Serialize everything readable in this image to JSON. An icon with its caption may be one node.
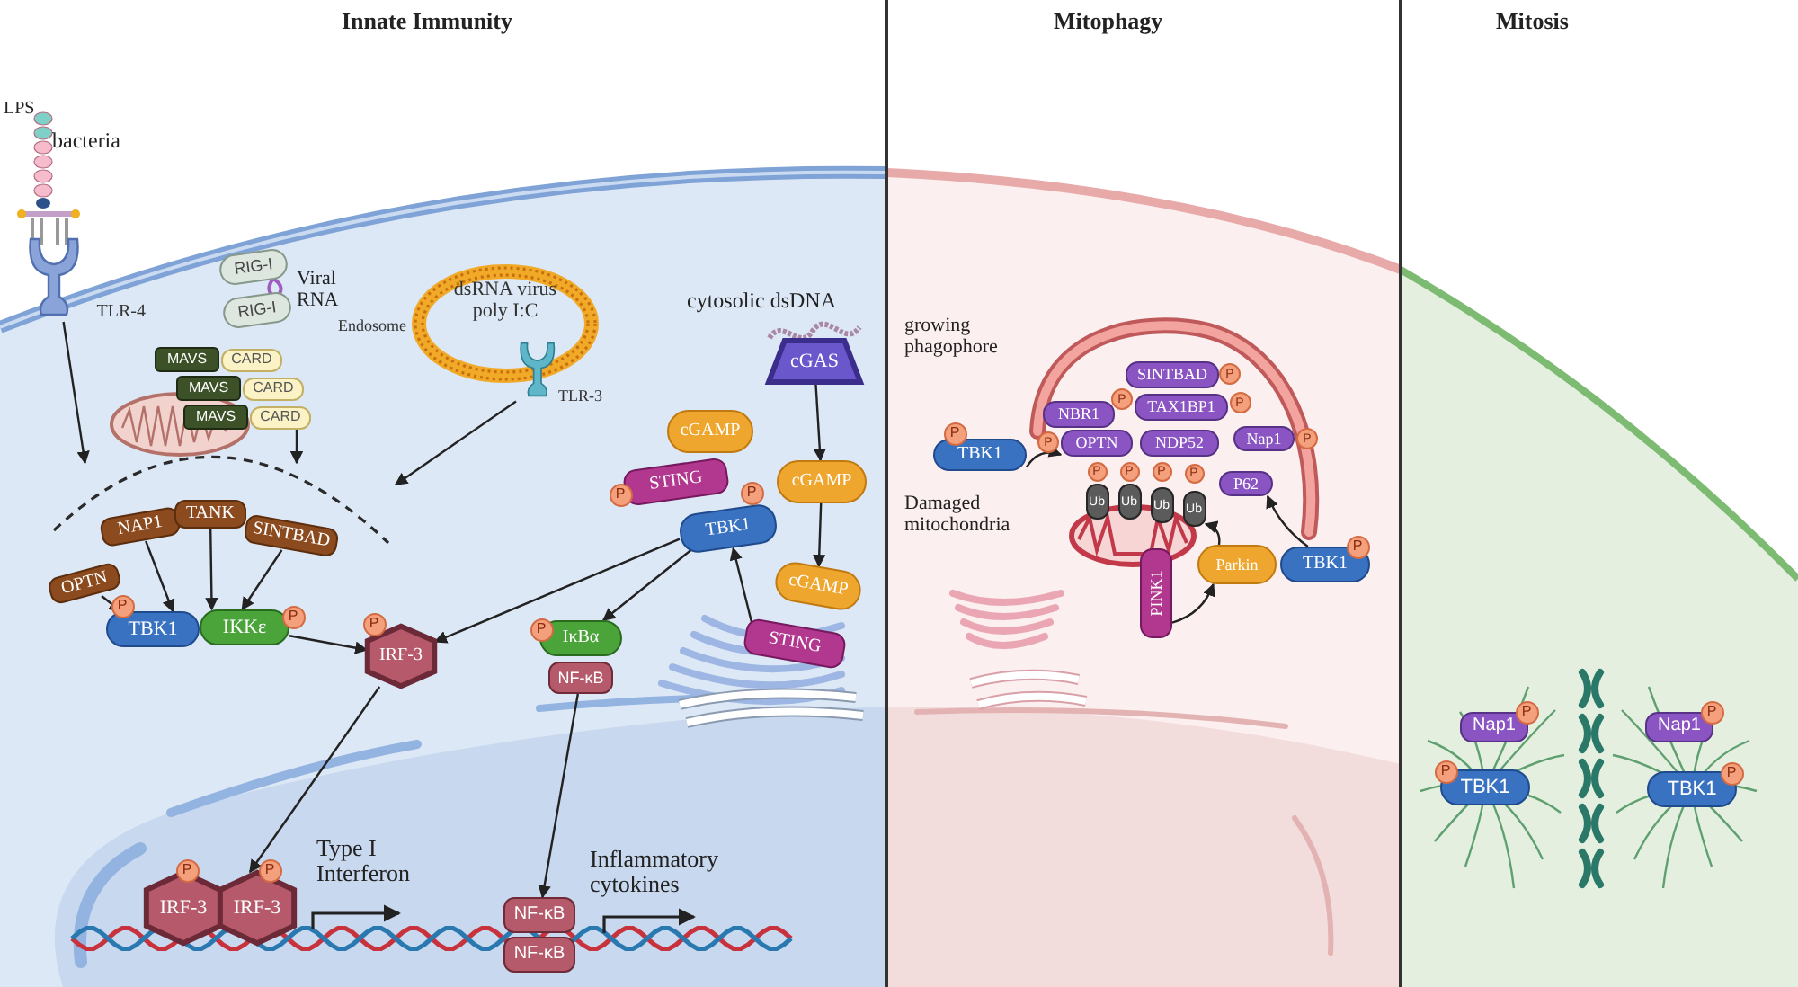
{
  "diagram": {
    "nodes": [
      {
        "text": [
          "TLR-4"
        ]
      },
      {
        "text": [
          "RIG-I"
        ]
      },
      {
        "text": [
          "RIG-I"
        ]
      },
      {
        "text": [
          "MAVS"
        ]
      },
      {
        "text": [
          "CARD"
        ]
      },
      {
        "text": [
          "MAVS"
        ]
      },
      {
        "text": [
          "CARD"
        ]
      },
      {
        "text": [
          "MAVS"
        ]
      },
      {
        "text": [
          "CARD"
        ]
      },
      {
        "text": [
          "dsRNA virus poly I:C"
        ],
        "beside": [
          "Endosome"
        ]
      },
      {
        "text": [
          "TLR-3"
        ]
      },
      {
        "text": [],
        "shape": "arc"
      },
      {
        "text": [
          "NAP1"
        ],
        "in": 11
      },
      {
        "text": [
          "TANK"
        ],
        "in": 11
      },
      {
        "text": [
          "SINTBAD"
        ],
        "in": 11
      },
      {
        "text": [
          "OPTN"
        ]
      },
      {
        "text": [
          "TBK1"
        ]
      },
      {
        "text": [
          "IKKε"
        ]
      },
      {
        "text": [
          "P"
        ]
      },
      {
        "text": [
          "P"
        ]
      },
      {
        "text": [
          "IRF-3"
        ]
      },
      {
        "text": [
          "P"
        ]
      },
      {
        "text": [
          "cGAS"
        ]
      },
      {
        "text": [
          "cGAMP"
        ]
      },
      {
        "text": [
          "cGAMP"
        ]
      },
      {
        "text": [
          "STING"
        ]
      },
      {
        "text": [
          "TBK1"
        ]
      },
      {
        "text": [
          "P"
        ]
      },
      {
        "text": [
          "P"
        ]
      },
      {
        "text": [
          "cGAMP"
        ]
      },
      {
        "text": [
          "STING"
        ]
      },
      {
        "text": [
          "IκBα"
        ]
      },
      {
        "text": [
          "P"
        ]
      },
      {
        "text": [
          "NF-κB"
        ]
      },
      {
        "text": [
          "IRF-3"
        ]
      },
      {
        "text": [
          "IRF-3"
        ]
      },
      {
        "text": [
          "P"
        ]
      },
      {
        "text": [
          "P"
        ]
      },
      {
        "text": [
          "NF-κB"
        ]
      },
      {
        "text": [
          "NF-κB"
        ]
      },
      {
        "text": [
          "TBK1"
        ]
      },
      {
        "text": [
          "P"
        ]
      },
      {
        "text": [
          "NBR1"
        ]
      },
      {
        "text": [
          "P"
        ]
      },
      {
        "text": [
          "SINTBAD"
        ]
      },
      {
        "text": [
          "P"
        ]
      },
      {
        "text": [
          "TAX1BP1"
        ]
      },
      {
        "text": [
          "P"
        ]
      },
      {
        "text": [
          "Nap1"
        ]
      },
      {
        "text": [
          "P"
        ]
      },
      {
        "text": [
          "OPTN"
        ]
      },
      {
        "text": [
          "P"
        ]
      },
      {
        "text": [
          "NDP52"
        ]
      },
      {
        "text": [
          "P62"
        ]
      },
      {
        "text": [
          "Ub"
        ]
      },
      {
        "text": [
          "Ub"
        ]
      },
      {
        "text": [
          "Ub"
        ]
      },
      {
        "text": [
          "Ub"
        ]
      },
      {
        "text": [
          "P"
        ]
      },
      {
        "text": [
          "P"
        ]
      },
      {
        "text": [
          "P"
        ]
      },
      {
        "text": [
          "P"
        ]
      },
      {
        "text": [
          "PINK1"
        ]
      },
      {
        "text": [
          "Parkin"
        ]
      },
      {
        "text": [
          "TBK1"
        ]
      },
      {
        "text": [
          "P"
        ]
      },
      {
        "text": [
          "Nap1"
        ]
      },
      {
        "text": [
          "P"
        ]
      },
      {
        "text": [
          "TBK1"
        ]
      },
      {
        "text": [
          "P"
        ]
      },
      {
        "text": [
          "Nap1"
        ]
      },
      {
        "text": [
          "P"
        ]
      },
      {
        "text": [
          "TBK1"
        ]
      },
      {
        "text": [
          "P"
        ]
      }
    ],
    "edges": [
      {
        "from": 0,
        "to": 11,
        "arrow": "to"
      },
      {
        "from": 8,
        "to": 11,
        "arrow": "to"
      },
      {
        "from": 10,
        "to": 11,
        "arrow": "to"
      },
      {
        "from": 12,
        "to": 16,
        "arrow": "to"
      },
      {
        "from": 13,
        "to": 17,
        "arrow": "to"
      },
      {
        "from": 14,
        "to": 17,
        "arrow": "to"
      },
      {
        "from": 15,
        "to": 16,
        "arrow": "to"
      },
      {
        "from": 17,
        "to": 20,
        "arrow": "to"
      },
      {
        "from": 26,
        "to": 20,
        "arrow": "to"
      },
      {
        "from": 26,
        "to": 31,
        "arrow": "to"
      },
      {
        "from": 22,
        "to": 23,
        "arrow": "to"
      },
      {
        "from": 23,
        "to": 29,
        "arrow": "to"
      },
      {
        "from": 30,
        "to": 26,
        "arrow": "to"
      },
      {
        "from": 20,
        "to": 35,
        "arrow": "to"
      },
      {
        "from": 33,
        "to": 38,
        "arrow": "to"
      },
      {
        "from": 40,
        "to": 50,
        "arrow": "to"
      },
      {
        "from": 62,
        "to": 63,
        "arrow": "to"
      },
      {
        "from": 63,
        "to": 57,
        "arrow": "to"
      },
      {
        "from": 64,
        "to": 53,
        "arrow": "to"
      }
    ],
    "labels": [
      "Innate Immunity",
      "Mitophagy",
      "Mitosis",
      "LPS",
      "bacteria",
      "Viral RNA",
      "cytosolic dsDNA",
      "Type I Interferon",
      "Inflammatory cytokines",
      "growing phagophore",
      "Damaged mitochondria"
    ]
  }
}
